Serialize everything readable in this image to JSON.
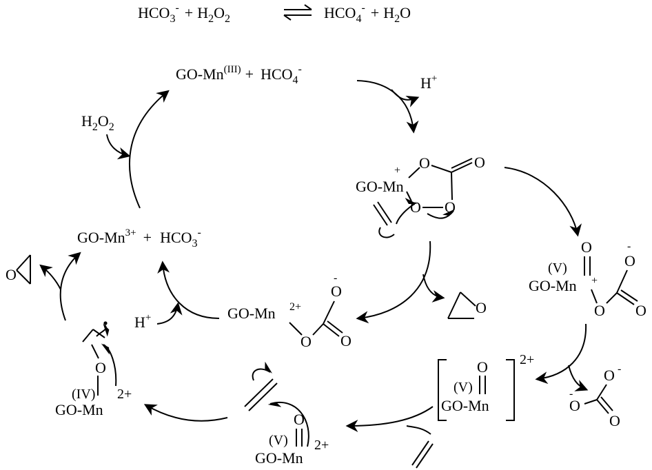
{
  "equation": {
    "left1": "HCO",
    "left1_sub": "3",
    "left1_sup": "-",
    "plus": "+",
    "left2": "H",
    "left2_sub": "2",
    "left2_end": "O",
    "left2_sub2": "2",
    "right1": "HCO",
    "right1_sub": "4",
    "right1_sup": "-",
    "right2": "H",
    "right2_sub": "2",
    "right2_end": "O"
  },
  "species": {
    "top_complex": {
      "text": "GO-Mn",
      "sup": "(III)",
      "plus": "+",
      "partner": "HCO",
      "partner_sub": "4",
      "partner_sup": "-"
    },
    "h_plus_top": {
      "text": "H",
      "sup": "+"
    },
    "h2o2": {
      "h": "H",
      "sub1": "2",
      "o": "O",
      "sub2": "2"
    },
    "peroxo": {
      "go_mn": "GO-Mn",
      "charge": "+",
      "o1": "O",
      "o2": "O",
      "o3": "O",
      "o4": "O"
    },
    "left_complex": {
      "text": "GO-Mn",
      "sup": "3+",
      "plus": "+",
      "partner": "HCO",
      "partner_sub": "3",
      "partner_sup": "-"
    },
    "epoxide_left": {
      "o": "O"
    },
    "epoxide_mid": {
      "o": "O"
    },
    "mn_v_carbonate": {
      "ox": "(V)",
      "go_mn": "GO-Mn",
      "charge": "+",
      "o_top": "O",
      "o_minus": "O",
      "minus": "-",
      "o_bridge": "O",
      "o_right": "O"
    },
    "mn2_carbonate": {
      "go_mn": "GO-Mn",
      "charge": "2+",
      "o_minus": "O",
      "minus": "-",
      "o_bridge": "O",
      "o_right": "O"
    },
    "h_plus_left": {
      "text": "H",
      "sup": "+"
    },
    "mn_iv": {
      "ox": "(IV)",
      "go_mn": "GO-Mn",
      "charge": "2+",
      "o": "O"
    },
    "bracket_mn_v": {
      "ox": "(V)",
      "go_mn": "GO-Mn",
      "o": "O",
      "charge": "2+"
    },
    "carbonate_free": {
      "o_top": "O",
      "minus_top": "-",
      "o_left": "O",
      "minus_left": "-",
      "o_right": "O"
    },
    "mn_v_bottom": {
      "ox": "(V)",
      "go_mn": "GO-Mn",
      "o": "O",
      "charge": "2+"
    }
  }
}
